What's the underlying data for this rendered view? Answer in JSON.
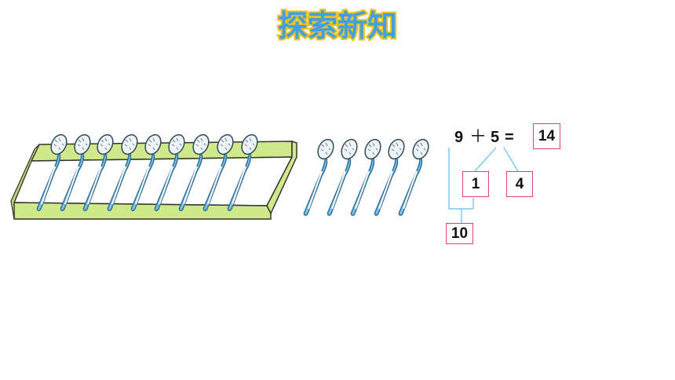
{
  "title": "探索新知",
  "equation": {
    "addend1": "9",
    "plus": "＋",
    "addend2": "5",
    "equals": "=",
    "result": "14"
  },
  "decomposition": {
    "part1": "1",
    "part2": "4",
    "ten": "10"
  },
  "colors": {
    "title_fill": "#3fa0e6",
    "title_outline": "#f2c21a",
    "tray_green": "#cfe88a",
    "spoon_blue": "#7fc3ec",
    "box_border": "#e0418d",
    "line_blue": "#5bc0e6"
  },
  "illustration": {
    "spoons_in_tray": 9,
    "spoons_outside": 5
  }
}
